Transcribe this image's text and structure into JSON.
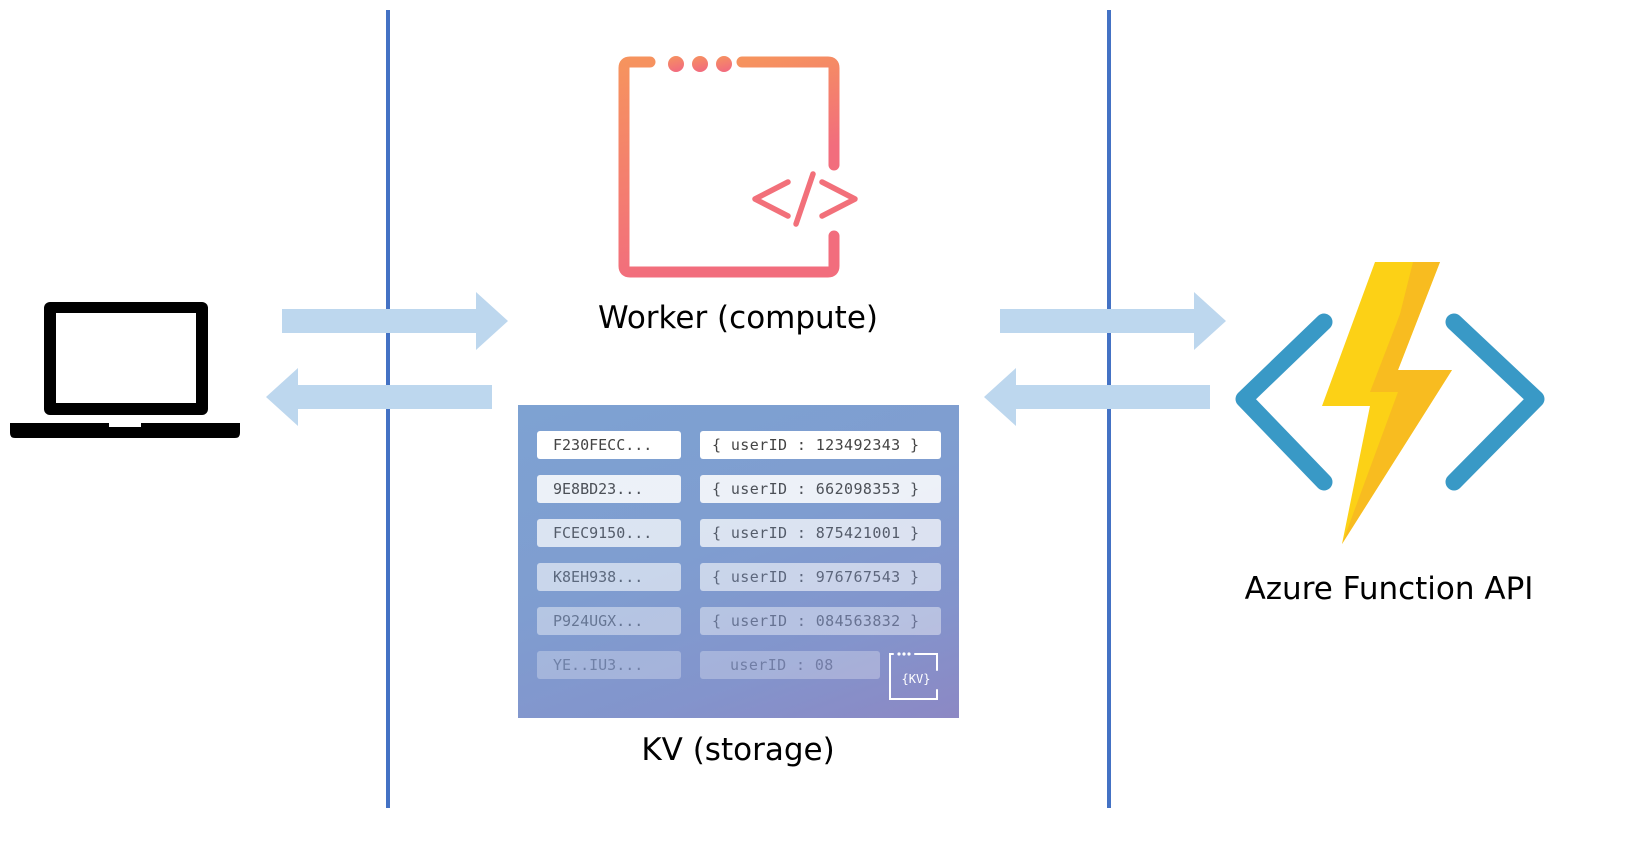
{
  "nodes": {
    "client": {
      "icon": "laptop-icon"
    },
    "worker": {
      "icon": "code-window-icon",
      "label": "Worker (compute)"
    },
    "kv": {
      "label": "KV (storage)",
      "logo_text": "{KV}",
      "rows": [
        {
          "key": "F230FECC...",
          "value": "{ userID : 123492343 }"
        },
        {
          "key": "9E8BD23...",
          "value": "{ userID : 662098353 }"
        },
        {
          "key": "FCEC9150...",
          "value": "{ userID : 875421001 }"
        },
        {
          "key": "K8EH938...",
          "value": "{ userID : 976767543 }"
        },
        {
          "key": "P924UGX...",
          "value": "{ userID : 084563832 }"
        },
        {
          "key": "YE..IU3...",
          "value": "userID : 08"
        }
      ]
    },
    "api": {
      "icon": "azure-function-icon",
      "label": "Azure Function API"
    }
  },
  "colors": {
    "divider": "#4472c4",
    "arrow": "#bdd7ee",
    "worker_gradient": [
      "#f6935e",
      "#f26d7d"
    ],
    "azure_bracket": "#3999c6",
    "bolt_light": "#fcd116",
    "bolt_dark": "#f7b922"
  }
}
